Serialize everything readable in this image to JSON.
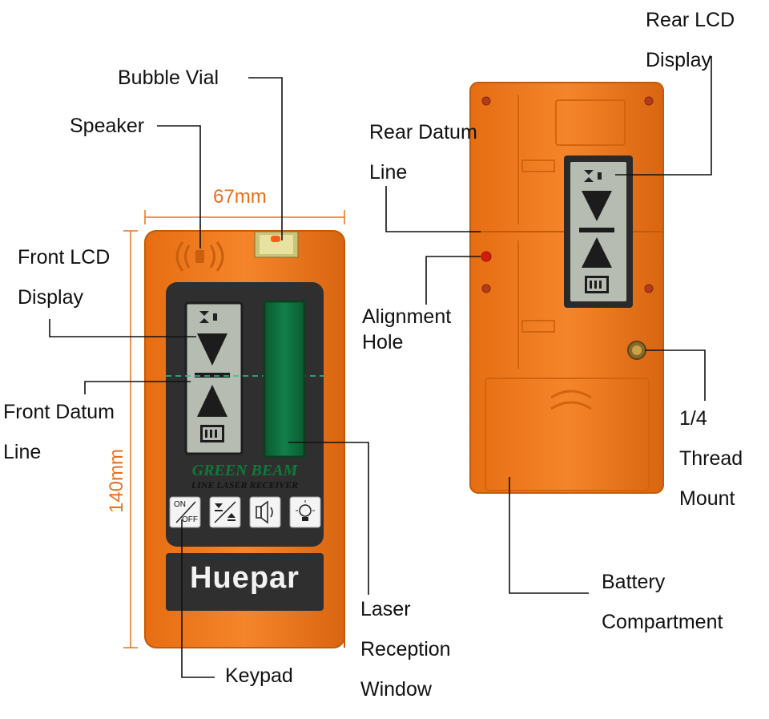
{
  "dimensions": {
    "width": "67mm",
    "height": "140mm"
  },
  "front": {
    "brand_line1": "GREEN BEAM",
    "brand_line2": "LINE LASER RECEIVER",
    "logo": "Huepar",
    "keys": [
      {
        "icon": "power-toggle-icon",
        "label_top": "ON",
        "label_bottom": "OFF"
      },
      {
        "icon": "precision-toggle-icon"
      },
      {
        "icon": "speaker-volume-icon"
      },
      {
        "icon": "backlight-bulb-icon"
      }
    ]
  },
  "callouts": {
    "bubble_vial": "Bubble Vial",
    "speaker": "Speaker",
    "front_lcd_1": "Front LCD",
    "front_lcd_2": "Display",
    "front_datum_1": "Front Datum",
    "front_datum_2": "Line",
    "keypad": "Keypad",
    "laser_window_1": "Laser",
    "laser_window_2": "Reception",
    "laser_window_3": "Window",
    "rear_lcd_1": "Rear LCD",
    "rear_lcd_2": "Display",
    "rear_datum_1": "Rear Datum",
    "rear_datum_2": "Line",
    "alignment_1": "Alignment",
    "alignment_2": "Hole",
    "thread_1": "1/4",
    "thread_2": "Thread",
    "thread_3": "Mount",
    "battery_1": "Battery",
    "battery_2": "Compartment"
  },
  "colors": {
    "body": "#f07a1c",
    "body_dark": "#c85a08",
    "panel": "#2d2d2d",
    "lcd": "#b9bdb2",
    "window": "#0d6b3a",
    "dimension": "#e8701f",
    "leader": "#111111"
  }
}
